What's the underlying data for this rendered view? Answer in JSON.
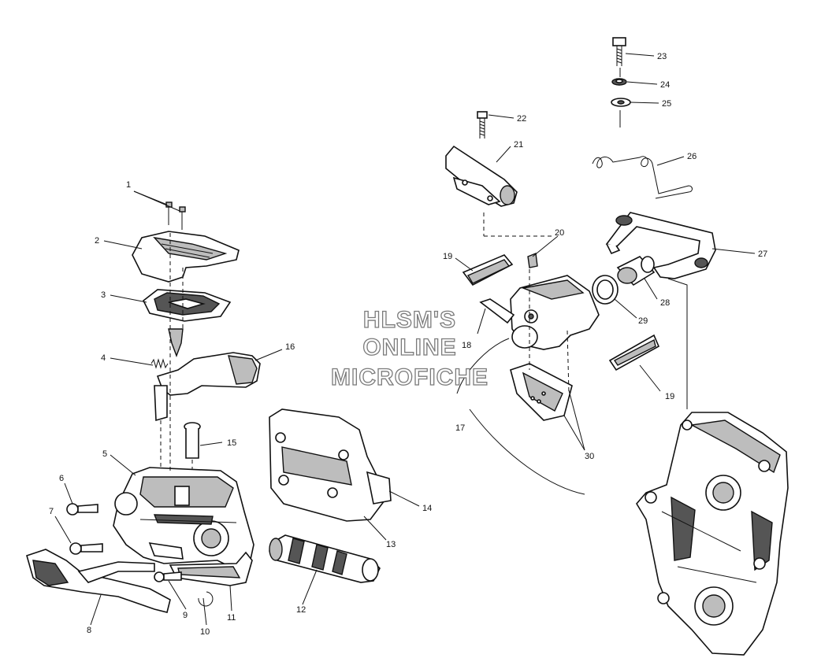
{
  "watermark": {
    "lines": [
      "HLSM'S",
      "ONLINE",
      "MICROFICHE"
    ]
  },
  "callouts": [
    {
      "id": "1",
      "label": "1"
    },
    {
      "id": "2",
      "label": "2"
    },
    {
      "id": "3",
      "label": "3"
    },
    {
      "id": "4",
      "label": "4"
    },
    {
      "id": "5",
      "label": "5"
    },
    {
      "id": "6",
      "label": "6"
    },
    {
      "id": "7",
      "label": "7"
    },
    {
      "id": "8",
      "label": "8"
    },
    {
      "id": "9",
      "label": "9"
    },
    {
      "id": "10",
      "label": "10"
    },
    {
      "id": "11",
      "label": "11"
    },
    {
      "id": "12",
      "label": "12"
    },
    {
      "id": "13",
      "label": "13"
    },
    {
      "id": "14",
      "label": "14"
    },
    {
      "id": "15",
      "label": "15"
    },
    {
      "id": "16",
      "label": "16"
    },
    {
      "id": "17",
      "label": "17"
    },
    {
      "id": "18",
      "label": "18"
    },
    {
      "id": "19a",
      "label": "19"
    },
    {
      "id": "19b",
      "label": "19"
    },
    {
      "id": "20",
      "label": "20"
    },
    {
      "id": "21",
      "label": "21"
    },
    {
      "id": "22",
      "label": "22"
    },
    {
      "id": "23",
      "label": "23"
    },
    {
      "id": "24",
      "label": "24"
    },
    {
      "id": "25",
      "label": "25"
    },
    {
      "id": "26",
      "label": "26"
    },
    {
      "id": "27",
      "label": "27"
    },
    {
      "id": "28",
      "label": "28"
    },
    {
      "id": "29",
      "label": "29"
    },
    {
      "id": "30",
      "label": "30"
    }
  ]
}
